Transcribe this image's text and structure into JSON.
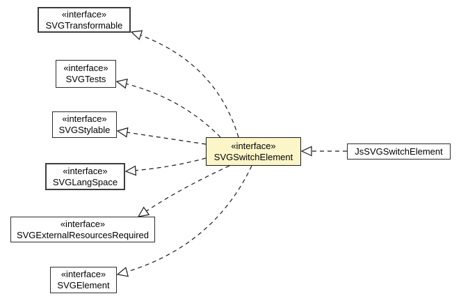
{
  "diagram": {
    "type": "uml-class-diagram",
    "colors": {
      "background": "#ffffff",
      "highlight_fill": "#fbf5c8",
      "node_fill": "#ffffff",
      "border": "#2b2b2b",
      "line": "#1a1a1a"
    },
    "nodes": [
      {
        "id": "svg-transformable",
        "stereotype": "«interface»",
        "name": "SVGTransformable"
      },
      {
        "id": "svg-tests",
        "stereotype": "«interface»",
        "name": "SVGTests"
      },
      {
        "id": "svg-stylable",
        "stereotype": "«interface»",
        "name": "SVGStylable"
      },
      {
        "id": "svg-langspace",
        "stereotype": "«interface»",
        "name": "SVGLangSpace"
      },
      {
        "id": "svg-external-resources-required",
        "stereotype": "«interface»",
        "name": "SVGExternalResourcesRequired"
      },
      {
        "id": "svg-element",
        "stereotype": "«interface»",
        "name": "SVGElement"
      },
      {
        "id": "svg-switch-element",
        "stereotype": "«interface»",
        "name": "SVGSwitchElement",
        "highlighted": true
      },
      {
        "id": "js-svg-switch-element",
        "name": "JsSVGSwitchElement"
      }
    ],
    "edges": [
      {
        "from": "SVGSwitchElement",
        "to": "SVGTransformable",
        "style": "dashed-hollow-arrow"
      },
      {
        "from": "SVGSwitchElement",
        "to": "SVGTests",
        "style": "dashed-hollow-arrow"
      },
      {
        "from": "SVGSwitchElement",
        "to": "SVGStylable",
        "style": "dashed-hollow-arrow"
      },
      {
        "from": "SVGSwitchElement",
        "to": "SVGLangSpace",
        "style": "dashed-hollow-arrow"
      },
      {
        "from": "SVGSwitchElement",
        "to": "SVGExternalResourcesRequired",
        "style": "dashed-hollow-arrow"
      },
      {
        "from": "SVGSwitchElement",
        "to": "SVGElement",
        "style": "dashed-hollow-arrow"
      },
      {
        "from": "JsSVGSwitchElement",
        "to": "SVGSwitchElement",
        "style": "dashed-hollow-arrow"
      }
    ]
  }
}
